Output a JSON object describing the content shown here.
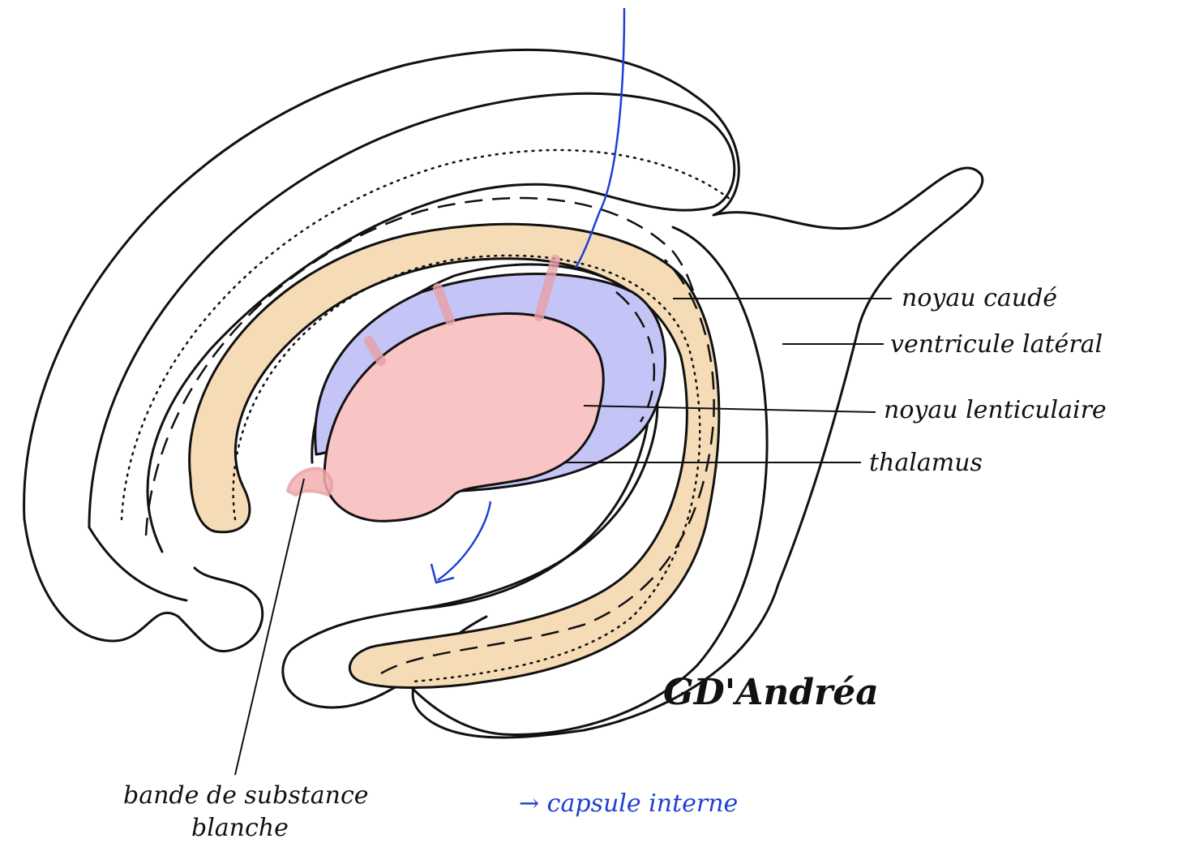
{
  "labels": {
    "caudate": "noyau caudé",
    "lateral_ventricle": "ventricule latéral",
    "lentiform": "noyau lenticulaire",
    "thalamus": "thalamus",
    "white_band_line1": "bande de substance",
    "white_band_line2": "blanche",
    "internal_capsule": "→ capsule interne"
  },
  "signature": {
    "text": "GD'Andréa"
  },
  "colors": {
    "caudate": "#f5dcb6",
    "thalamus": "#c4c4f6",
    "lentiform": "#f8c4c4",
    "bridges": "#e8a0a8",
    "capsule_arrow": "#1f3fd6",
    "outline": "#111111"
  }
}
